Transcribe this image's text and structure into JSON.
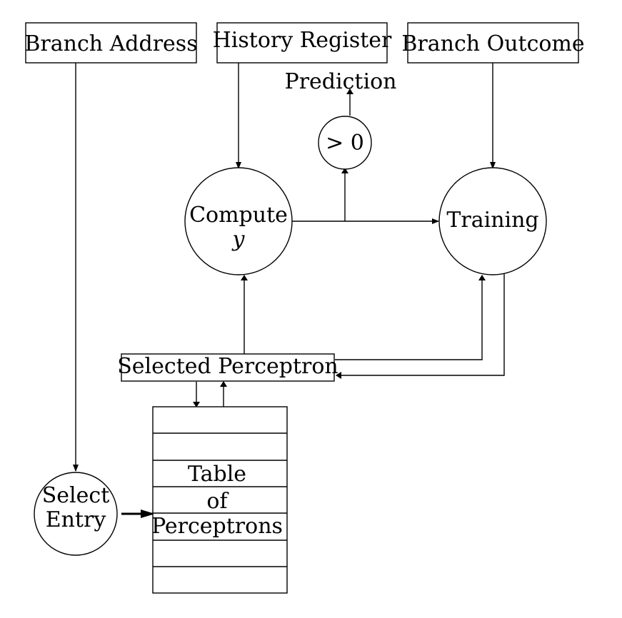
{
  "inputs": {
    "branch_address": "Branch Address",
    "history_register": "History Register",
    "branch_outcome": "Branch Outcome"
  },
  "prediction_label": "Prediction",
  "threshold_label": "> 0",
  "compute": {
    "line1": "Compute",
    "line2": "y"
  },
  "training_label": "Training",
  "selected_perceptron_label": "Selected Perceptron",
  "select_entry": {
    "line1": "Select",
    "line2": "Entry"
  },
  "table": {
    "line1": "Table",
    "line2": "of",
    "line3": "Perceptrons"
  }
}
